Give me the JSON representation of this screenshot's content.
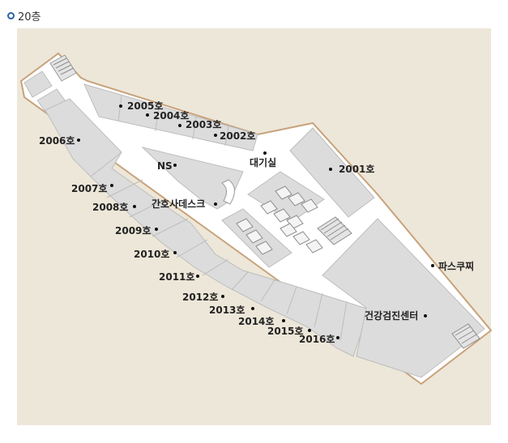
{
  "floor": {
    "title": "20층"
  },
  "rooms": [
    {
      "id": "r2005",
      "label": "2005호"
    },
    {
      "id": "r2004",
      "label": "2004호"
    },
    {
      "id": "r2003",
      "label": "2003호"
    },
    {
      "id": "r2002",
      "label": "2002호"
    },
    {
      "id": "r2001",
      "label": "2001호"
    },
    {
      "id": "r2006",
      "label": "2006호"
    },
    {
      "id": "r2007",
      "label": "2007호"
    },
    {
      "id": "r2008",
      "label": "2008호"
    },
    {
      "id": "r2009",
      "label": "2009호"
    },
    {
      "id": "r2010",
      "label": "2010호"
    },
    {
      "id": "r2011",
      "label": "2011호"
    },
    {
      "id": "r2012",
      "label": "2012호"
    },
    {
      "id": "r2013",
      "label": "2013호"
    },
    {
      "id": "r2014",
      "label": "2014호"
    },
    {
      "id": "r2015",
      "label": "2015호"
    },
    {
      "id": "r2016",
      "label": "2016호"
    }
  ],
  "facilities": {
    "waiting": "대기실",
    "ns": "NS",
    "nurse_desk": "간호사데스크",
    "checkup": "건강검진센터",
    "pascoochi": "파스쿠찌"
  },
  "colors": {
    "bullet": "#2a62a8",
    "background": "#ede7d9",
    "floor": "#ffffff",
    "room": "#dcdcdc",
    "wall": "#c8a27a"
  }
}
